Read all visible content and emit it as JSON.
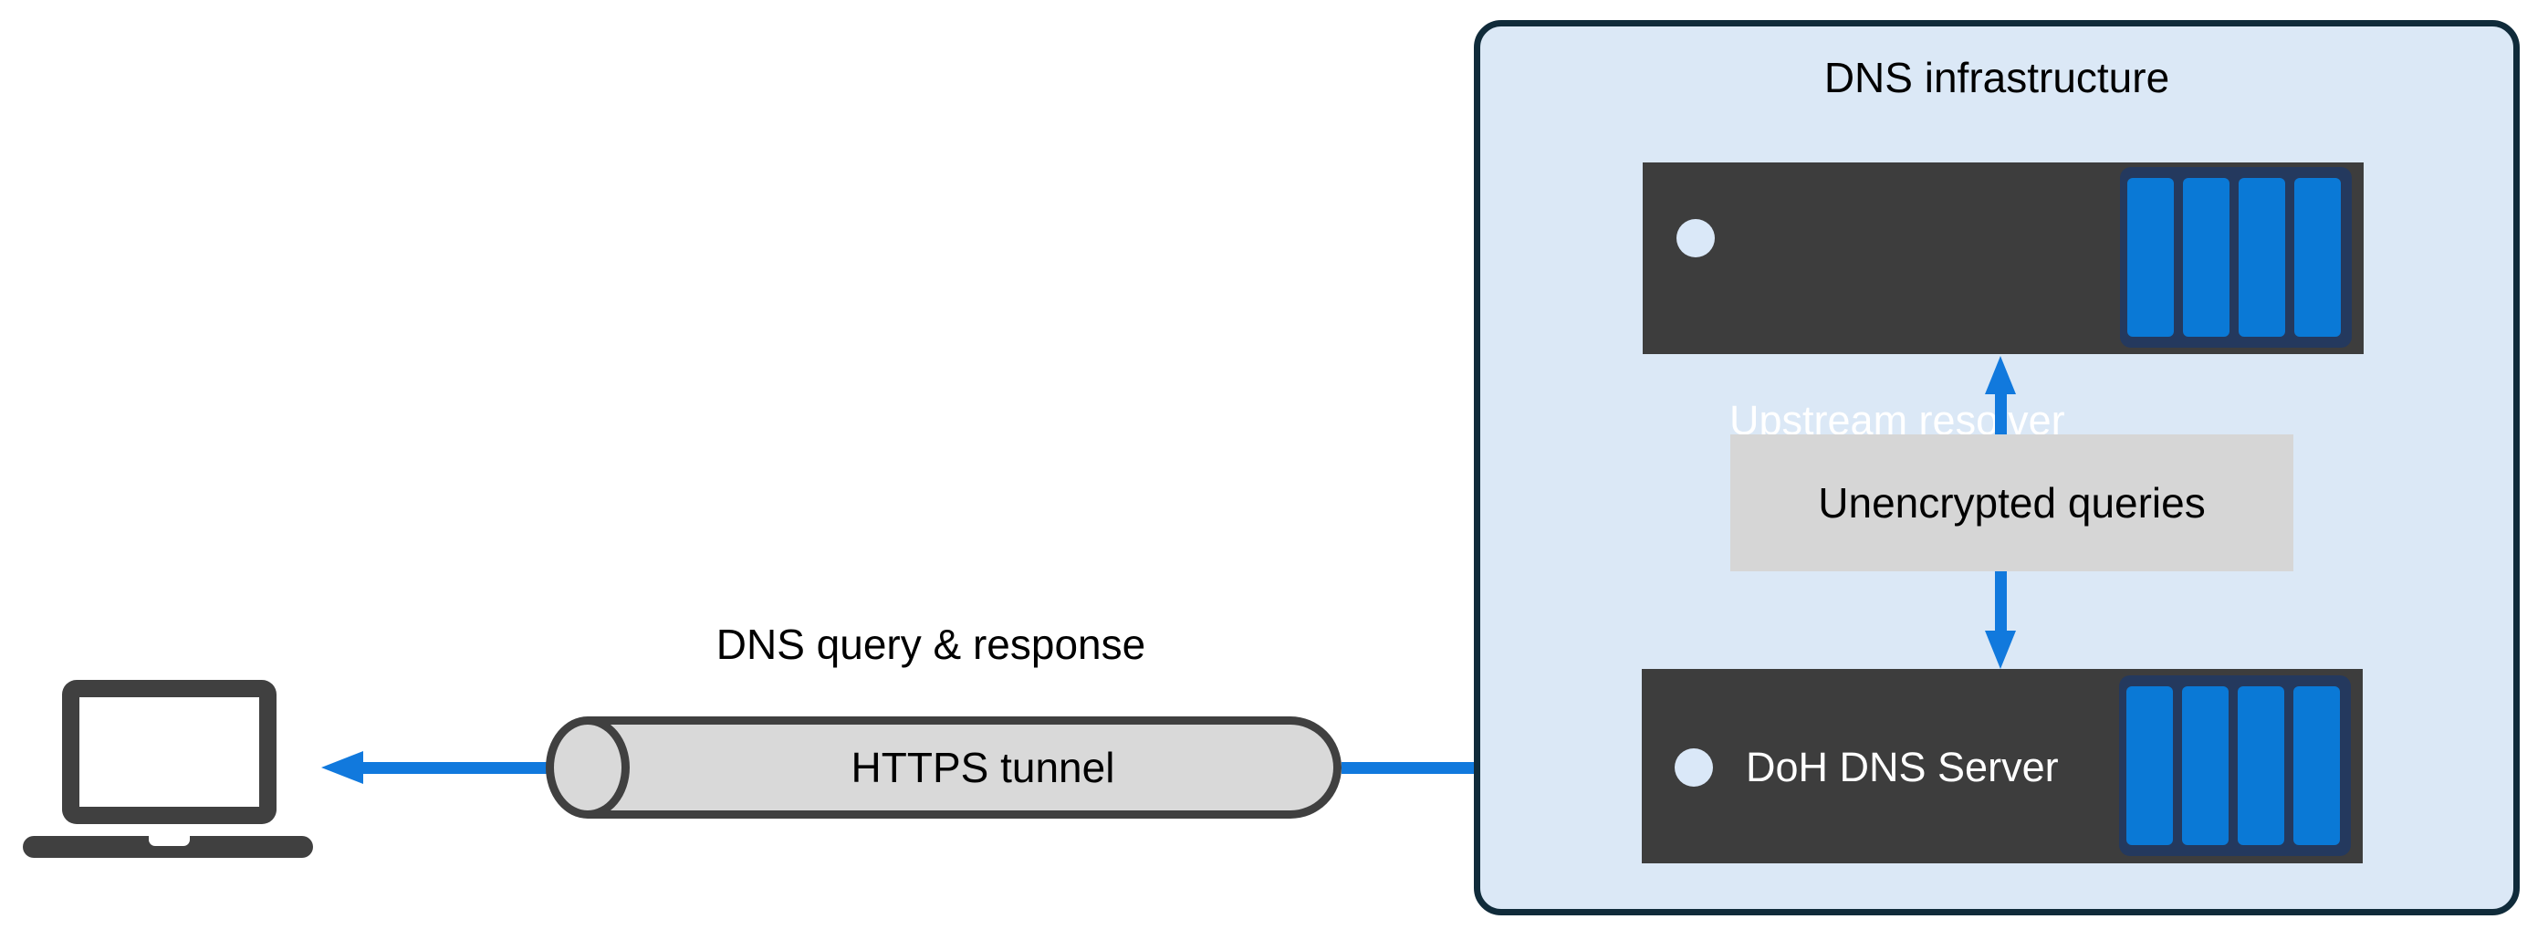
{
  "connection": {
    "query_label": "DNS query & response",
    "tunnel_label": "HTTPS tunnel"
  },
  "infrastructure": {
    "title": "DNS infrastructure",
    "upstream_resolver_label": "Upstream resolver",
    "doh_server_label": "DoH DNS Server",
    "unencrypted_queries_label": "Unencrypted queries"
  },
  "icons": {
    "laptop": "laptop client device, dark gray css shape",
    "server_status_dot": "light blue filled circle bullet",
    "disk_array": "four vertical blue bars in navy frame (server disks)",
    "arrow_left": "solid blue arrow pointing left to laptop",
    "arrow_right": "solid blue arrow pointing right into DoH DNS Server",
    "arrow_up": "solid blue arrow pointing up into Upstream resolver",
    "arrow_down": "solid blue arrow pointing down into DoH DNS Server",
    "tunnel": "gray cylinder / pipe shape with dark outline"
  },
  "colors": {
    "arrow_blue": "#1179DD",
    "disk_blue": "#0A79D6",
    "disk_frame_navy": "#24395E",
    "server_gray": "#3D3D3D",
    "panel_fill": "#DBE8F6",
    "panel_border": "#102B3A",
    "tunnel_fill": "#D9D9D9",
    "tunnel_outline": "#404040",
    "label_box_gray": "#D6D6D6",
    "status_dot_fill": "#DAE8F8",
    "text_dark": "#000000",
    "text_light": "#FFFFFF"
  }
}
